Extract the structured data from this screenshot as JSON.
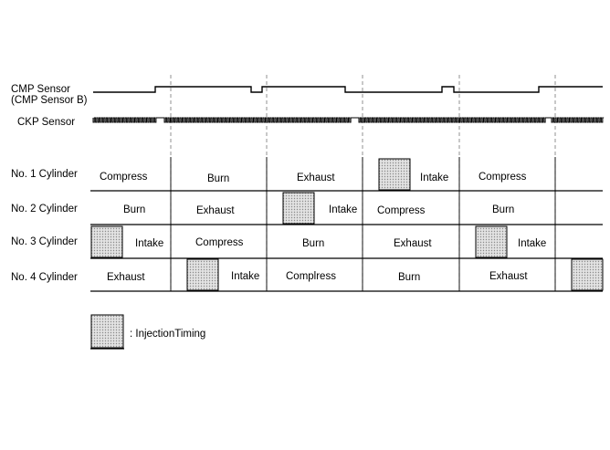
{
  "signals": {
    "cmp_label_1": "CMP Sensor",
    "cmp_label_2": "(CMP Sensor B)",
    "ckp_label": "CKP Sensor"
  },
  "cylinders": [
    {
      "label": "No. 1 Cylinder",
      "phases": [
        "Compress",
        "Burn",
        "Exhaust",
        "Intake",
        "Compress"
      ]
    },
    {
      "label": "No. 2 Cylinder",
      "phases": [
        "Burn",
        "Exhaust",
        "Intake",
        "Compress",
        "Burn"
      ]
    },
    {
      "label": "No. 3 Cylinder",
      "phases": [
        "Intake",
        "Compress",
        "Burn",
        "Exhaust",
        "Intake"
      ]
    },
    {
      "label": "No. 4 Cylinder",
      "phases": [
        "Exhaust",
        "Intake",
        "Complress",
        "Burn",
        "Exhaust"
      ]
    }
  ],
  "legend": {
    "text": ": InjectionTiming"
  },
  "colors": {
    "line": "#000000",
    "grid": "#777777",
    "fill": "#d8d8d8"
  }
}
